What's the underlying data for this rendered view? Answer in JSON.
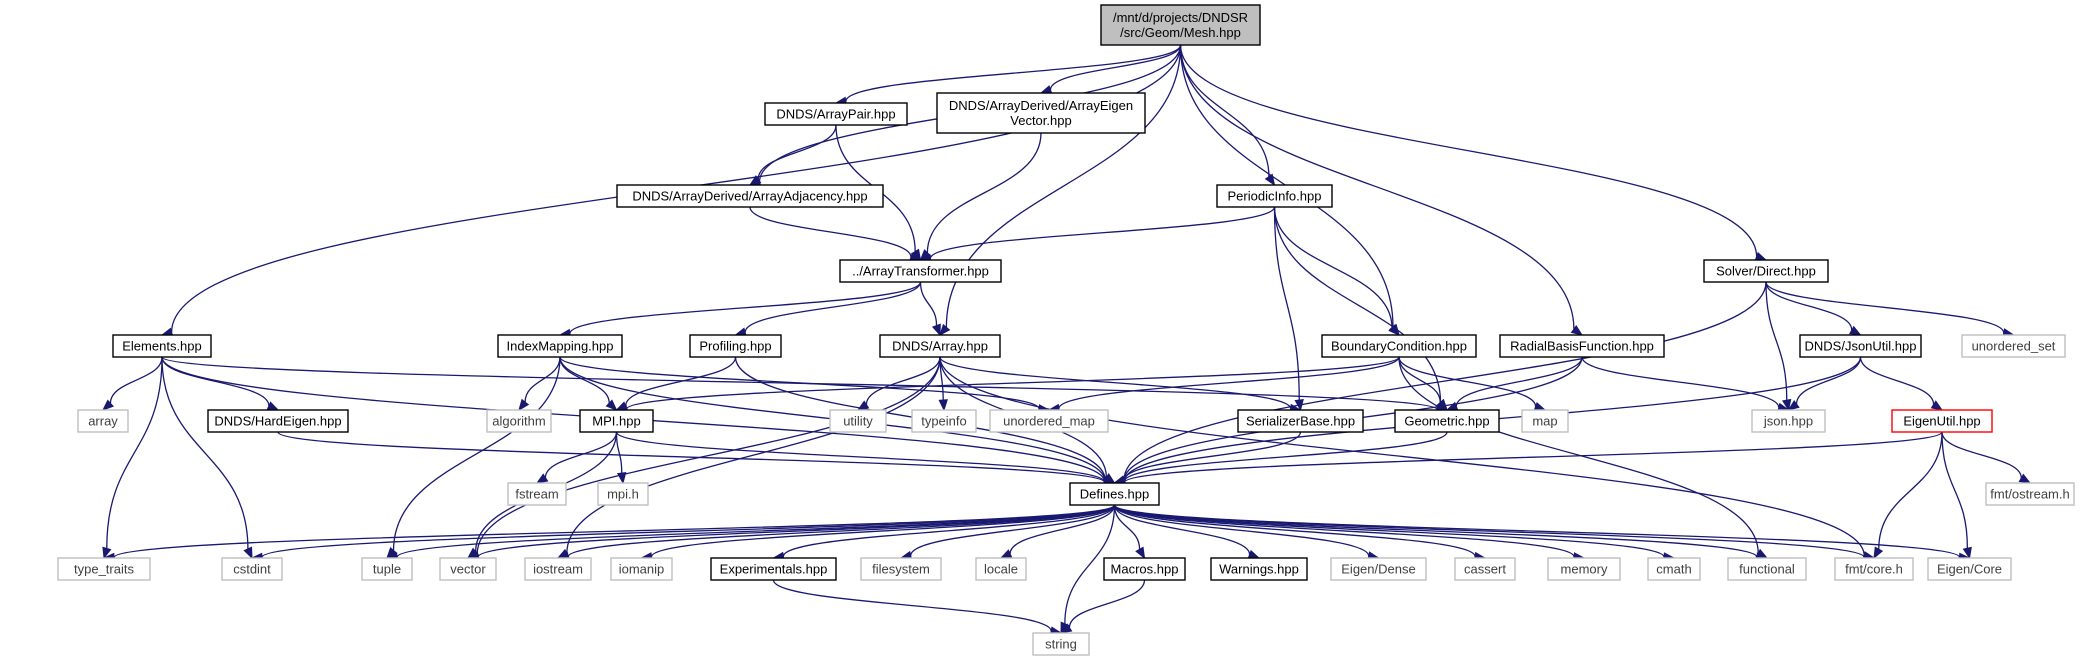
{
  "nodes": [
    {
      "id": "mesh",
      "lines": [
        "/mnt/d/projects/DNDSR",
        "/src/Geom/Mesh.hpp"
      ],
      "kind": "root"
    },
    {
      "id": "arraypair",
      "lines": [
        "DNDS/ArrayPair.hpp"
      ],
      "kind": "file"
    },
    {
      "id": "arrayeigenvector",
      "lines": [
        "DNDS/ArrayDerived/ArrayEigen",
        "Vector.hpp"
      ],
      "kind": "file"
    },
    {
      "id": "arrayadjacency",
      "lines": [
        "DNDS/ArrayDerived/ArrayAdjacency.hpp"
      ],
      "kind": "file"
    },
    {
      "id": "periodicinfo",
      "lines": [
        "PeriodicInfo.hpp"
      ],
      "kind": "file"
    },
    {
      "id": "arraytransformer",
      "lines": [
        "../ArrayTransformer.hpp"
      ],
      "kind": "file"
    },
    {
      "id": "solverdirect",
      "lines": [
        "Solver/Direct.hpp"
      ],
      "kind": "file"
    },
    {
      "id": "elements",
      "lines": [
        "Elements.hpp"
      ],
      "kind": "file"
    },
    {
      "id": "indexmapping",
      "lines": [
        "IndexMapping.hpp"
      ],
      "kind": "file"
    },
    {
      "id": "profiling",
      "lines": [
        "Profiling.hpp"
      ],
      "kind": "file"
    },
    {
      "id": "dndsarray",
      "lines": [
        "DNDS/Array.hpp"
      ],
      "kind": "file"
    },
    {
      "id": "boundarycondition",
      "lines": [
        "BoundaryCondition.hpp"
      ],
      "kind": "file"
    },
    {
      "id": "radialbasis",
      "lines": [
        "RadialBasisFunction.hpp"
      ],
      "kind": "file"
    },
    {
      "id": "jsonutil",
      "lines": [
        "DNDS/JsonUtil.hpp"
      ],
      "kind": "file"
    },
    {
      "id": "unordered_set",
      "lines": [
        "unordered_set"
      ],
      "kind": "sys"
    },
    {
      "id": "array",
      "lines": [
        "array"
      ],
      "kind": "sys"
    },
    {
      "id": "hardeigen",
      "lines": [
        "DNDS/HardEigen.hpp"
      ],
      "kind": "file"
    },
    {
      "id": "algorithm",
      "lines": [
        "algorithm"
      ],
      "kind": "sys"
    },
    {
      "id": "mpi",
      "lines": [
        "MPI.hpp"
      ],
      "kind": "file"
    },
    {
      "id": "utility",
      "lines": [
        "utility"
      ],
      "kind": "sys"
    },
    {
      "id": "typeinfo",
      "lines": [
        "typeinfo"
      ],
      "kind": "sys"
    },
    {
      "id": "unordered_map",
      "lines": [
        "unordered_map"
      ],
      "kind": "sys"
    },
    {
      "id": "serializerbase",
      "lines": [
        "SerializerBase.hpp"
      ],
      "kind": "file"
    },
    {
      "id": "geometric",
      "lines": [
        "Geometric.hpp"
      ],
      "kind": "file"
    },
    {
      "id": "map",
      "lines": [
        "map"
      ],
      "kind": "sys"
    },
    {
      "id": "json",
      "lines": [
        "json.hpp"
      ],
      "kind": "sys"
    },
    {
      "id": "eigenutil",
      "lines": [
        "EigenUtil.hpp"
      ],
      "kind": "red"
    },
    {
      "id": "fstream",
      "lines": [
        "fstream"
      ],
      "kind": "sys"
    },
    {
      "id": "mpih",
      "lines": [
        "mpi.h"
      ],
      "kind": "sys"
    },
    {
      "id": "defines",
      "lines": [
        "Defines.hpp"
      ],
      "kind": "file"
    },
    {
      "id": "fmtostream",
      "lines": [
        "fmt/ostream.h"
      ],
      "kind": "sys"
    },
    {
      "id": "type_traits",
      "lines": [
        "type_traits"
      ],
      "kind": "sys"
    },
    {
      "id": "cstdint",
      "lines": [
        "cstdint"
      ],
      "kind": "sys"
    },
    {
      "id": "tuple",
      "lines": [
        "tuple"
      ],
      "kind": "sys"
    },
    {
      "id": "vector",
      "lines": [
        "vector"
      ],
      "kind": "sys"
    },
    {
      "id": "iostream",
      "lines": [
        "iostream"
      ],
      "kind": "sys"
    },
    {
      "id": "iomanip",
      "lines": [
        "iomanip"
      ],
      "kind": "sys"
    },
    {
      "id": "experimentals",
      "lines": [
        "Experimentals.hpp"
      ],
      "kind": "file"
    },
    {
      "id": "filesystem",
      "lines": [
        "filesystem"
      ],
      "kind": "sys"
    },
    {
      "id": "locale",
      "lines": [
        "locale"
      ],
      "kind": "sys"
    },
    {
      "id": "macros",
      "lines": [
        "Macros.hpp"
      ],
      "kind": "file"
    },
    {
      "id": "warnings",
      "lines": [
        "Warnings.hpp"
      ],
      "kind": "file"
    },
    {
      "id": "eigendense",
      "lines": [
        "Eigen/Dense"
      ],
      "kind": "sys"
    },
    {
      "id": "cassert",
      "lines": [
        "cassert"
      ],
      "kind": "sys"
    },
    {
      "id": "memory",
      "lines": [
        "memory"
      ],
      "kind": "sys"
    },
    {
      "id": "cmath",
      "lines": [
        "cmath"
      ],
      "kind": "sys"
    },
    {
      "id": "functional",
      "lines": [
        "functional"
      ],
      "kind": "sys"
    },
    {
      "id": "fmtcore",
      "lines": [
        "fmt/core.h"
      ],
      "kind": "sys"
    },
    {
      "id": "eigencore",
      "lines": [
        "Eigen/Core"
      ],
      "kind": "sys"
    },
    {
      "id": "string",
      "lines": [
        "string"
      ],
      "kind": "sys"
    }
  ],
  "edges": [
    [
      "mesh",
      "elements"
    ],
    [
      "mesh",
      "arraypair"
    ],
    [
      "mesh",
      "arrayadjacency"
    ],
    [
      "mesh",
      "arrayeigenvector"
    ],
    [
      "mesh",
      "dndsarray"
    ],
    [
      "mesh",
      "periodicinfo"
    ],
    [
      "mesh",
      "boundarycondition"
    ],
    [
      "mesh",
      "radialbasis"
    ],
    [
      "mesh",
      "solverdirect"
    ],
    [
      "arraypair",
      "arrayadjacency"
    ],
    [
      "arraypair",
      "arraytransformer"
    ],
    [
      "arrayeigenvector",
      "arraytransformer"
    ],
    [
      "arrayadjacency",
      "arraytransformer"
    ],
    [
      "periodicinfo",
      "arraytransformer"
    ],
    [
      "periodicinfo",
      "boundarycondition"
    ],
    [
      "periodicinfo",
      "serializerbase"
    ],
    [
      "periodicinfo",
      "geometric"
    ],
    [
      "arraytransformer",
      "indexmapping"
    ],
    [
      "arraytransformer",
      "profiling"
    ],
    [
      "arraytransformer",
      "dndsarray"
    ],
    [
      "solverdirect",
      "defines"
    ],
    [
      "solverdirect",
      "json"
    ],
    [
      "solverdirect",
      "jsonutil"
    ],
    [
      "solverdirect",
      "unordered_set"
    ],
    [
      "elements",
      "type_traits"
    ],
    [
      "elements",
      "cstdint"
    ],
    [
      "elements",
      "array"
    ],
    [
      "elements",
      "hardeigen"
    ],
    [
      "elements",
      "defines"
    ],
    [
      "elements",
      "geometric"
    ],
    [
      "indexmapping",
      "algorithm"
    ],
    [
      "indexmapping",
      "mpi"
    ],
    [
      "indexmapping",
      "unordered_map"
    ],
    [
      "indexmapping",
      "tuple"
    ],
    [
      "indexmapping",
      "defines"
    ],
    [
      "profiling",
      "mpi"
    ],
    [
      "profiling",
      "defines"
    ],
    [
      "dndsarray",
      "utility"
    ],
    [
      "dndsarray",
      "typeinfo"
    ],
    [
      "dndsarray",
      "serializerbase"
    ],
    [
      "dndsarray",
      "defines"
    ],
    [
      "dndsarray",
      "vector"
    ],
    [
      "dndsarray",
      "iostream"
    ],
    [
      "dndsarray",
      "fmtcore"
    ],
    [
      "boundarycondition",
      "mpi"
    ],
    [
      "boundarycondition",
      "unordered_map"
    ],
    [
      "boundarycondition",
      "geometric"
    ],
    [
      "boundarycondition",
      "map"
    ],
    [
      "boundarycondition",
      "functional"
    ],
    [
      "radialbasis",
      "geometric"
    ],
    [
      "radialbasis",
      "json"
    ],
    [
      "radialbasis",
      "defines"
    ],
    [
      "jsonutil",
      "json"
    ],
    [
      "jsonutil",
      "eigenutil"
    ],
    [
      "jsonutil",
      "defines"
    ],
    [
      "hardeigen",
      "defines"
    ],
    [
      "mpi",
      "fstream"
    ],
    [
      "mpi",
      "mpih"
    ],
    [
      "mpi",
      "vector"
    ],
    [
      "mpi",
      "defines"
    ],
    [
      "serializerbase",
      "defines"
    ],
    [
      "geometric",
      "defines"
    ],
    [
      "eigenutil",
      "defines"
    ],
    [
      "eigenutil",
      "fmtostream"
    ],
    [
      "eigenutil",
      "fmtcore"
    ],
    [
      "eigenutil",
      "eigencore"
    ],
    [
      "defines",
      "type_traits"
    ],
    [
      "defines",
      "cstdint"
    ],
    [
      "defines",
      "tuple"
    ],
    [
      "defines",
      "vector"
    ],
    [
      "defines",
      "iostream"
    ],
    [
      "defines",
      "iomanip"
    ],
    [
      "defines",
      "experimentals"
    ],
    [
      "defines",
      "filesystem"
    ],
    [
      "defines",
      "locale"
    ],
    [
      "defines",
      "macros"
    ],
    [
      "defines",
      "warnings"
    ],
    [
      "defines",
      "eigendense"
    ],
    [
      "defines",
      "cassert"
    ],
    [
      "defines",
      "memory"
    ],
    [
      "defines",
      "cmath"
    ],
    [
      "defines",
      "functional"
    ],
    [
      "defines",
      "fmtcore"
    ],
    [
      "defines",
      "eigencore"
    ],
    [
      "defines",
      "string"
    ],
    [
      "experimentals",
      "string"
    ],
    [
      "macros",
      "string"
    ]
  ]
}
